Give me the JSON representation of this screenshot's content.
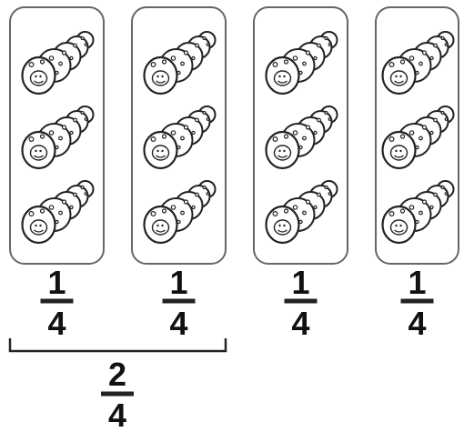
{
  "groups": [
    {
      "fraction": {
        "numerator": "1",
        "denominator": "4"
      },
      "item_count": 3,
      "item_icon": "caterpillar-icon"
    },
    {
      "fraction": {
        "numerator": "1",
        "denominator": "4"
      },
      "item_count": 3,
      "item_icon": "caterpillar-icon"
    },
    {
      "fraction": {
        "numerator": "1",
        "denominator": "4"
      },
      "item_count": 3,
      "item_icon": "caterpillar-icon"
    },
    {
      "fraction": {
        "numerator": "1",
        "denominator": "4"
      },
      "item_count": 3,
      "item_icon": "caterpillar-icon"
    }
  ],
  "combined": {
    "groups_spanned": 2,
    "fraction": {
      "numerator": "2",
      "denominator": "4"
    }
  },
  "colors": {
    "stroke": "#222222",
    "box_stroke": "#666666",
    "fill": "#ffffff"
  }
}
